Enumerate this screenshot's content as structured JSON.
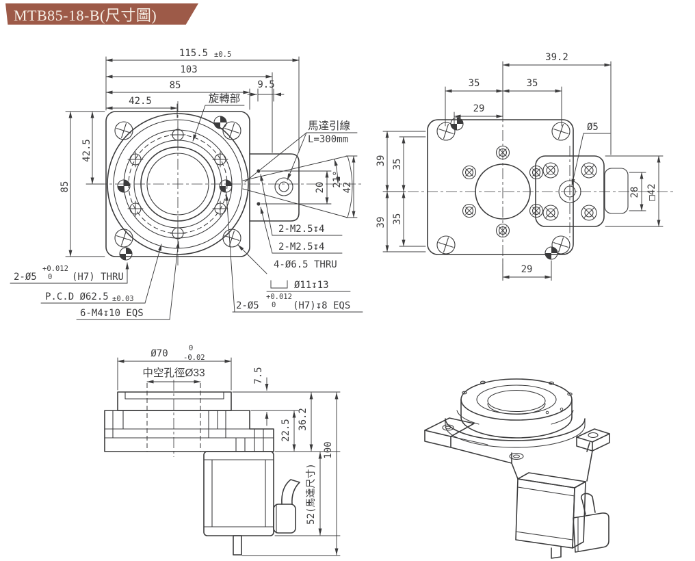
{
  "banner": {
    "title": "MTB85-18-B(尺寸圖)",
    "bg": "#9d5a48",
    "fg": "#f7f0e7"
  },
  "line_color": "#3b3b3c",
  "front": {
    "dims": {
      "w_total": "115.5",
      "w_total_tol": "±0.5",
      "w_103": "103",
      "w_85": "85",
      "w_9_5": "9.5",
      "w_42_5": "42.5",
      "h_85": "85",
      "h_42_5": "42.5",
      "lead_20": "20",
      "lead_angle": "21°",
      "lead_42": "42"
    },
    "labels": {
      "rotating_part": "旋轉部",
      "motor_lead": "馬達引線",
      "motor_lead_length": "L=300mm"
    },
    "callouts": {
      "pins_thru_qty": "2-Ø5",
      "pins_thru_tol_upper": "+0.012",
      "pins_thru_tol_lower": "0",
      "pins_thru_note": "(H7) THRU",
      "pcd": "P.C.D Ø62.5",
      "pcd_tol": "±0.03",
      "taps_top": "6-M4↧10 EQS",
      "tap_m25_1": "2-M2.5↧4",
      "tap_m25_2": "2-M2.5↧4",
      "holes_thru": "4-Ø6.5 THRU",
      "cbore": "Ø11↧13",
      "pins_eqs_qty": "2-Ø5",
      "pins_eqs_tol_upper": "+0.012",
      "pins_eqs_tol_lower": "0",
      "pins_eqs_note": "(H7)↧8 EQS"
    }
  },
  "back": {
    "dims": {
      "w_39_2": "39.2",
      "w_35_l": "35",
      "w_35_r": "35",
      "w_29_top": "29",
      "hole_d5": "Ø5",
      "h_39_t": "39",
      "h_39_b": "39",
      "h_35_t": "35",
      "h_35_b": "35",
      "h_28": "28",
      "sq_42": "□42",
      "w_29_bottom": "29"
    }
  },
  "side": {
    "dims": {
      "d70": "Ø70",
      "d70_tol_upper": "0",
      "d70_tol_lower": "-0.02",
      "bore_label": "中空孔徑Ø33",
      "h_7_5": "7.5",
      "h_22_5": "22.5",
      "h_36_2": "36.2",
      "h_100": "100",
      "motor_52": "52(馬達尺寸)"
    }
  }
}
